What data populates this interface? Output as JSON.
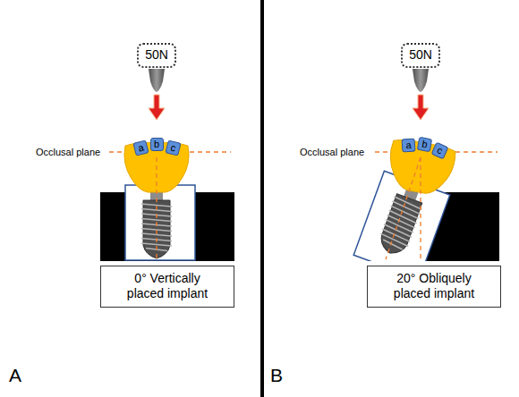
{
  "diagram": {
    "nodes": [
      {
        "text": [
          "50N"
        ]
      },
      {
        "text": [
          "a"
        ]
      },
      {
        "text": [
          "b"
        ]
      },
      {
        "text": [
          "c"
        ]
      },
      {
        "text": [
          "0° Vertically placed implant"
        ]
      },
      {
        "text": [
          "50N"
        ]
      },
      {
        "text": [
          "a"
        ]
      },
      {
        "text": [
          "b"
        ]
      },
      {
        "text": [
          "c"
        ]
      },
      {
        "text": [
          "20° Obliquely placed implant"
        ]
      }
    ],
    "labels": [
      "Occlusal plane",
      "Occlusal plane",
      "A",
      "B"
    ]
  }
}
